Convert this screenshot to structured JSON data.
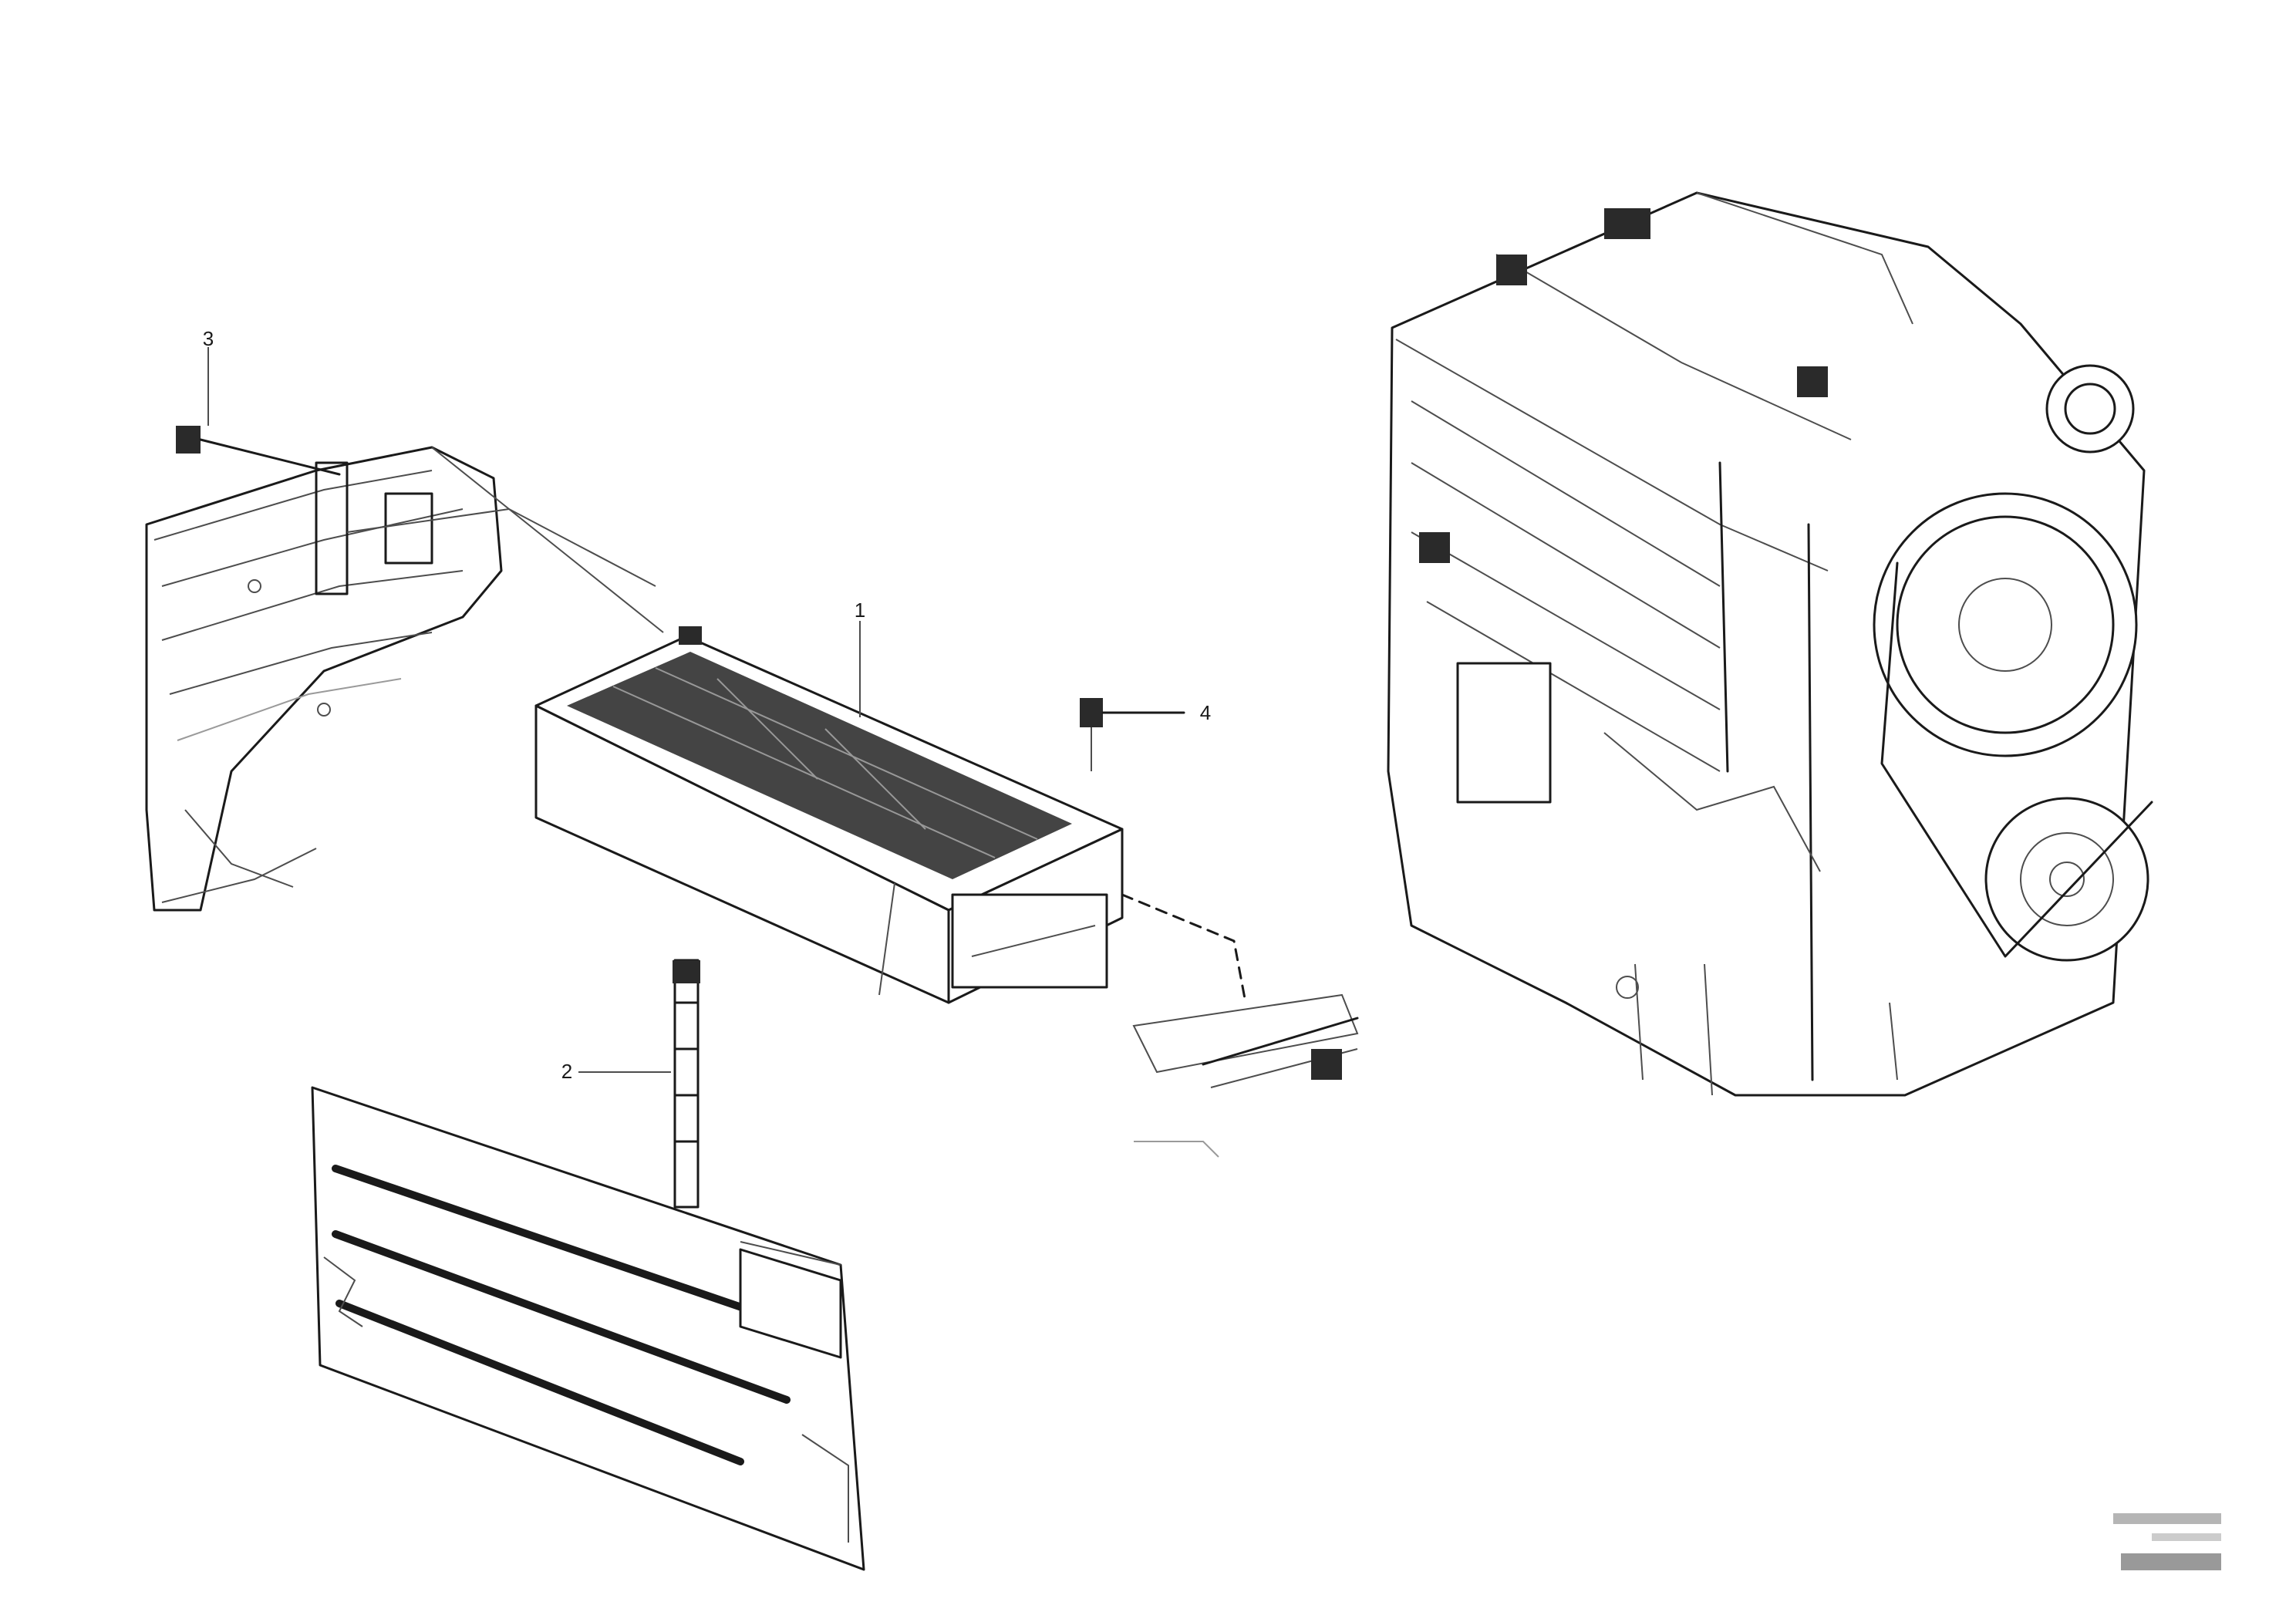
{
  "callouts": [
    "3",
    "1",
    "4",
    "2"
  ],
  "drawing_id": {
    "line1": "",
    "line2": "",
    "code": ""
  }
}
